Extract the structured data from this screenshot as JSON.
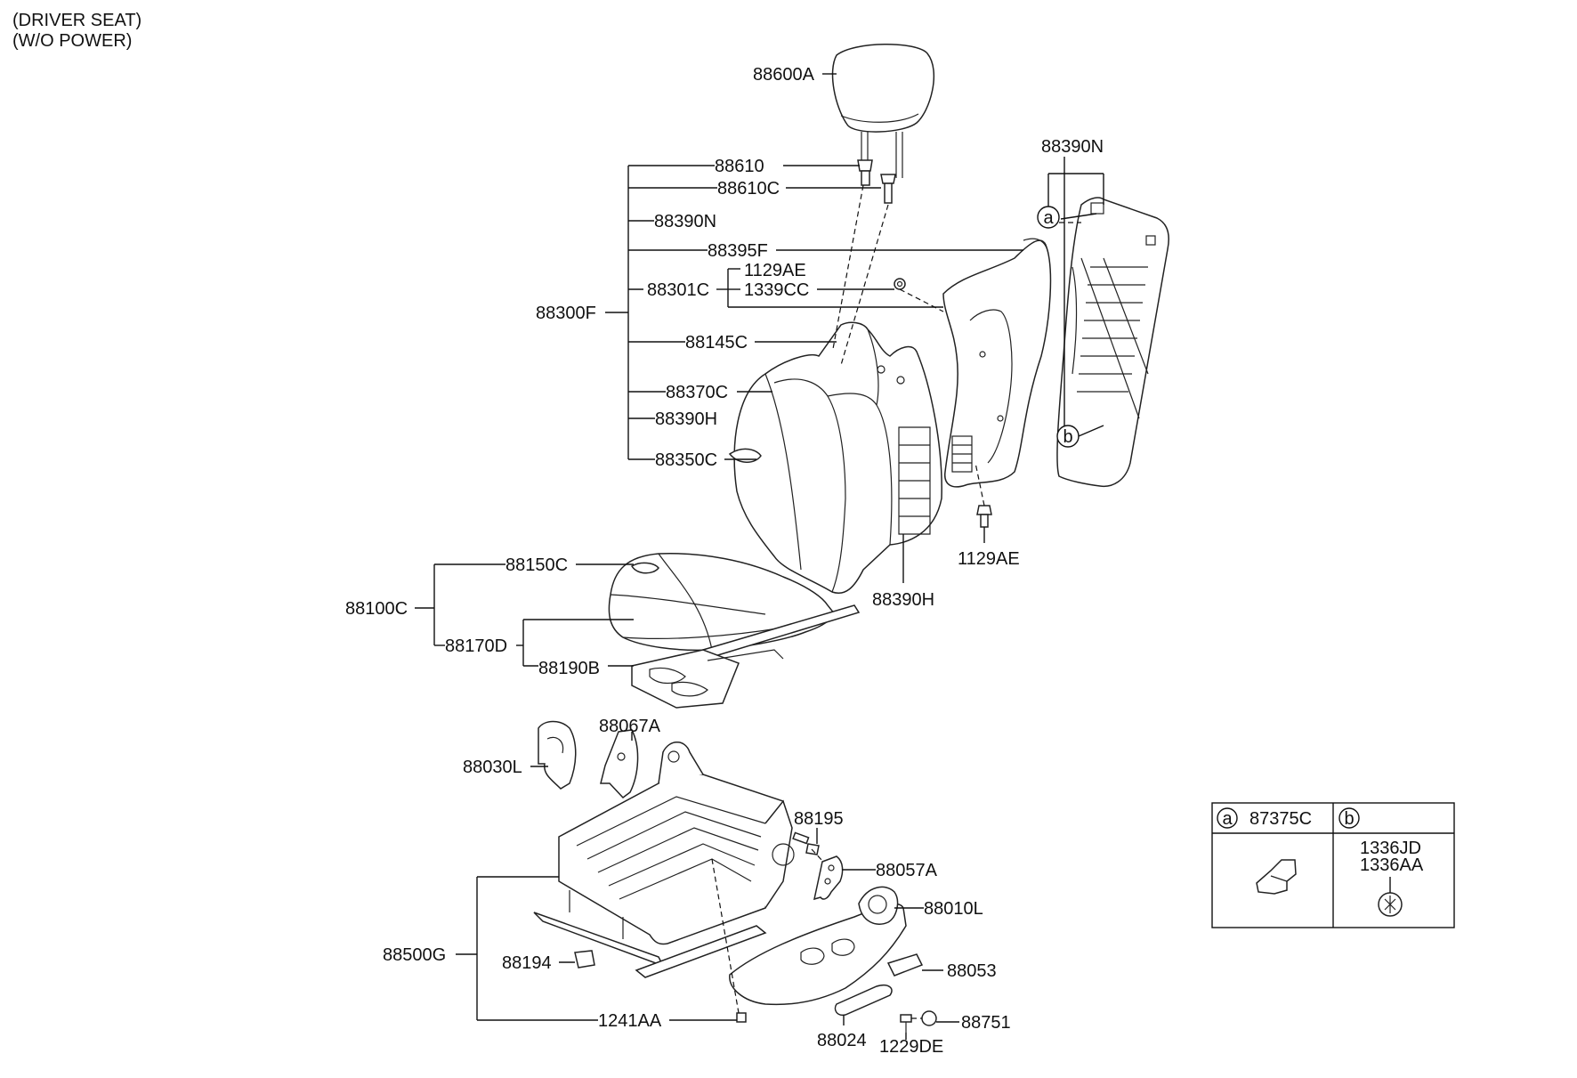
{
  "title": [
    "(DRIVER SEAT)",
    "(W/O POWER)"
  ],
  "labels": {
    "p88600A": "88600A",
    "p88610": "88610",
    "p88610C": "88610C",
    "p88390N_l": "88390N",
    "p88395F": "88395F",
    "p1129AE_t": "1129AE",
    "p1339CC": "1339CC",
    "p88301C": "88301C",
    "p88300F": "88300F",
    "p88145C": "88145C",
    "p88370C": "88370C",
    "p88390H_l": "88390H",
    "p88350C": "88350C",
    "p88390N_r": "88390N",
    "p1129AE_b": "1129AE",
    "p88390H_b": "88390H",
    "p88150C": "88150C",
    "p88100C": "88100C",
    "p88170D": "88170D",
    "p88190B": "88190B",
    "p88067A": "88067A",
    "p88030L": "88030L",
    "p88195": "88195",
    "p88057A": "88057A",
    "p88010L": "88010L",
    "p88500G": "88500G",
    "p88194": "88194",
    "p88053": "88053",
    "p1241AA": "1241AA",
    "p88751": "88751",
    "p88024": "88024",
    "p1229DE": "1229DE"
  },
  "callouts": {
    "a": "a",
    "b": "b"
  },
  "legend": {
    "a_letter": "a",
    "a_part": "87375C",
    "b_letter": "b",
    "b_part_1": "1336JD",
    "b_part_2": "1336AA"
  }
}
